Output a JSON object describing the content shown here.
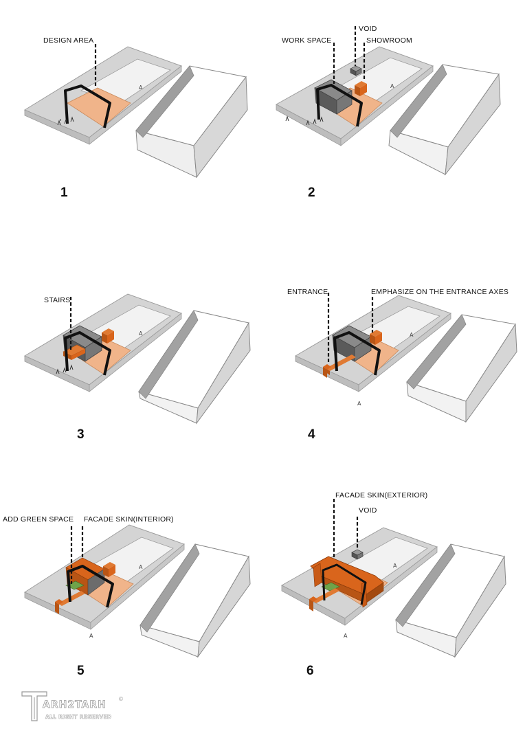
{
  "colors": {
    "site": "#d4d4d4",
    "site_edge": "#9c9c9c",
    "inner_floor": "#f2f2f2",
    "design_area": "#f0b48a",
    "orange": "#d9651c",
    "dark_box": "#6c6c6c",
    "frame": "#111111"
  },
  "panels": [
    {
      "number": "1",
      "labels": [
        "DESIGN AREA"
      ]
    },
    {
      "number": "2",
      "labels": [
        "WORK SPACE",
        "VOID",
        "SHOWROOM"
      ]
    },
    {
      "number": "3",
      "labels": [
        "STAIRS"
      ]
    },
    {
      "number": "4",
      "labels": [
        "ENTRANCE",
        "EMPHASIZE ON THE ENTRANCE AXES"
      ]
    },
    {
      "number": "5",
      "labels": [
        "ADD GREEN SPACE",
        "FACADE SKIN(INTERIOR)"
      ]
    },
    {
      "number": "6",
      "labels": [
        "FACADE SKIN(EXTERIOR)",
        "VOID"
      ]
    }
  ],
  "watermark": {
    "title": "ARH2TARH",
    "subtitle": "ALL RIGHT RESERVED",
    "symbol": "©"
  }
}
